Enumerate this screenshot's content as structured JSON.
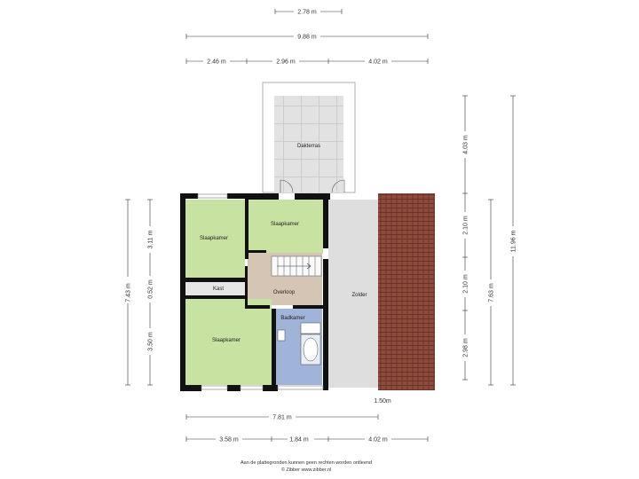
{
  "colors": {
    "bedroom": "#c6e0a0",
    "landing": "#d4c4b4",
    "bathroom": "#9db3d6",
    "attic": "#dcdcdc",
    "roof_terrace": "#e0e0e0",
    "roof_tiles": "#8e4a3a",
    "wall": "#111111",
    "dimension_line": "#333333"
  },
  "rooms": {
    "dakterras": "Dakterras",
    "slaapkamer_top_left": "Slaapkamer",
    "slaapkamer_top_mid": "Slaapkamer",
    "kast": "Kast",
    "overloop": "Overloop",
    "slaapkamer_bottom": "Slaapkamer",
    "badkamer": "Badkamer",
    "zolder": "Zolder"
  },
  "dimensions": {
    "top_1": "2.78 m",
    "top_2": "9.88 m",
    "top_3a": "2.46 m",
    "top_3b": "2.96 m",
    "top_3c": "4.02 m",
    "bottom_1": "7.81 m",
    "bottom_2a": "3.58 m",
    "bottom_2b": "1.84 m",
    "bottom_2c": "4.02 m",
    "left_total": "7.43 m",
    "left_a": "3.11 m",
    "left_b": "0.52 m",
    "left_c": "3.50 m",
    "right_a": "4.03 m",
    "right_b": "2.10 m",
    "right_c": "2.10 m",
    "right_d": "2.98 m",
    "right_mid": "7.63 m",
    "right_total": "11.96 m",
    "height_note": "1.50m"
  },
  "footer": {
    "disclaimer": "Aan de plattegronden kunnen geen rechten worden ontleend",
    "copyright": "© Zibber www.zibber.nl"
  }
}
